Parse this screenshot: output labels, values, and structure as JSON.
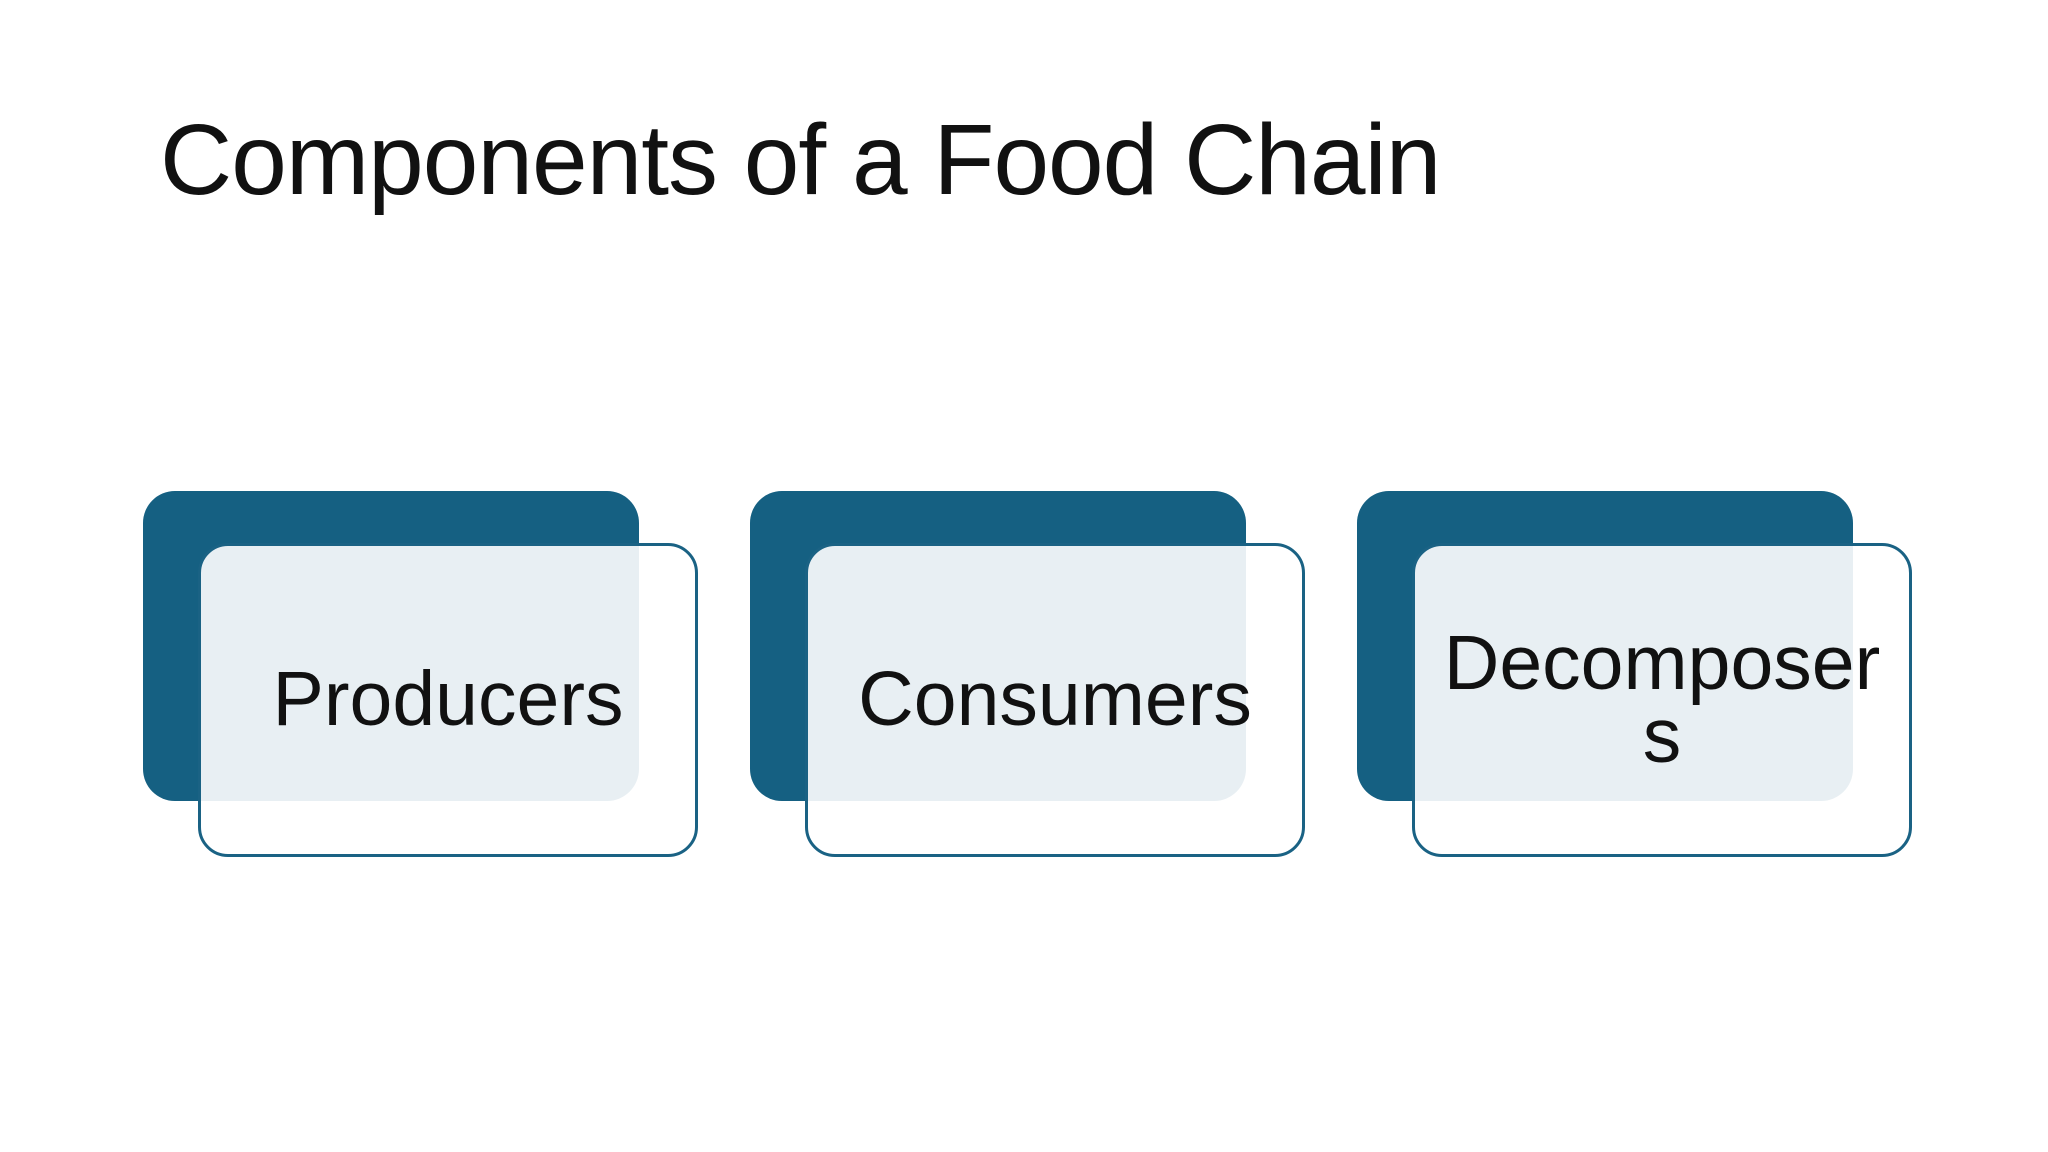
{
  "slide": {
    "title": "Components of a Food Chain"
  },
  "cards": [
    {
      "label": "Producers"
    },
    {
      "label": "Consumers"
    },
    {
      "label": "Decomposers"
    }
  ],
  "colors": {
    "background": "#ffffff",
    "accent_teal": "#156082",
    "card_border_teal": "#1a6284",
    "card_overlay_tint": "#e9edf1",
    "title_text": "#111111",
    "label_text": "#111111"
  }
}
